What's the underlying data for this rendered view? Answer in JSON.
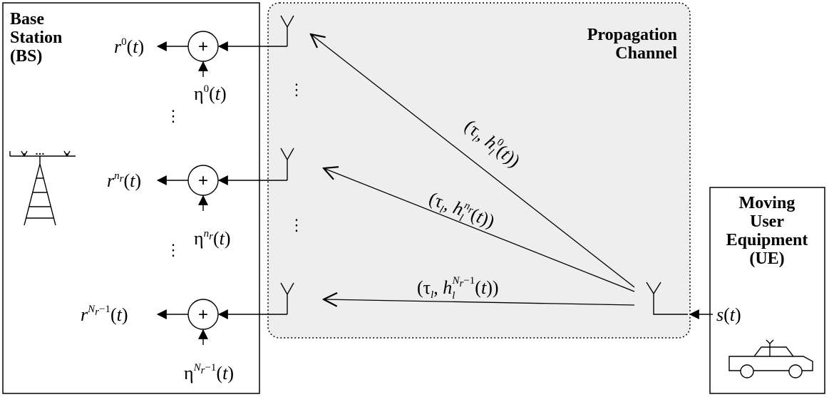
{
  "blocks": {
    "base_station": "Base Station (BS)",
    "channel": "Propagation Channel",
    "ue": "Moving User Equipment (UE)"
  },
  "outputs": [
    "r^0(t)",
    "r^{n_r}(t)",
    "r^{N_r-1}(t)"
  ],
  "noises": [
    "η^0(t)",
    "η^{n_r}(t)",
    "η^{N_r-1}(t)"
  ],
  "paths": [
    "(τ_l, h_l^0(t))",
    "(τ_l, h_l^{n_r}(t))",
    "(τ_l, h_l^{N_r-1}(t))"
  ],
  "source": "s(t)",
  "adder_symbol": "+",
  "ellipsis": "⋮",
  "tower_ellipsis": "…"
}
